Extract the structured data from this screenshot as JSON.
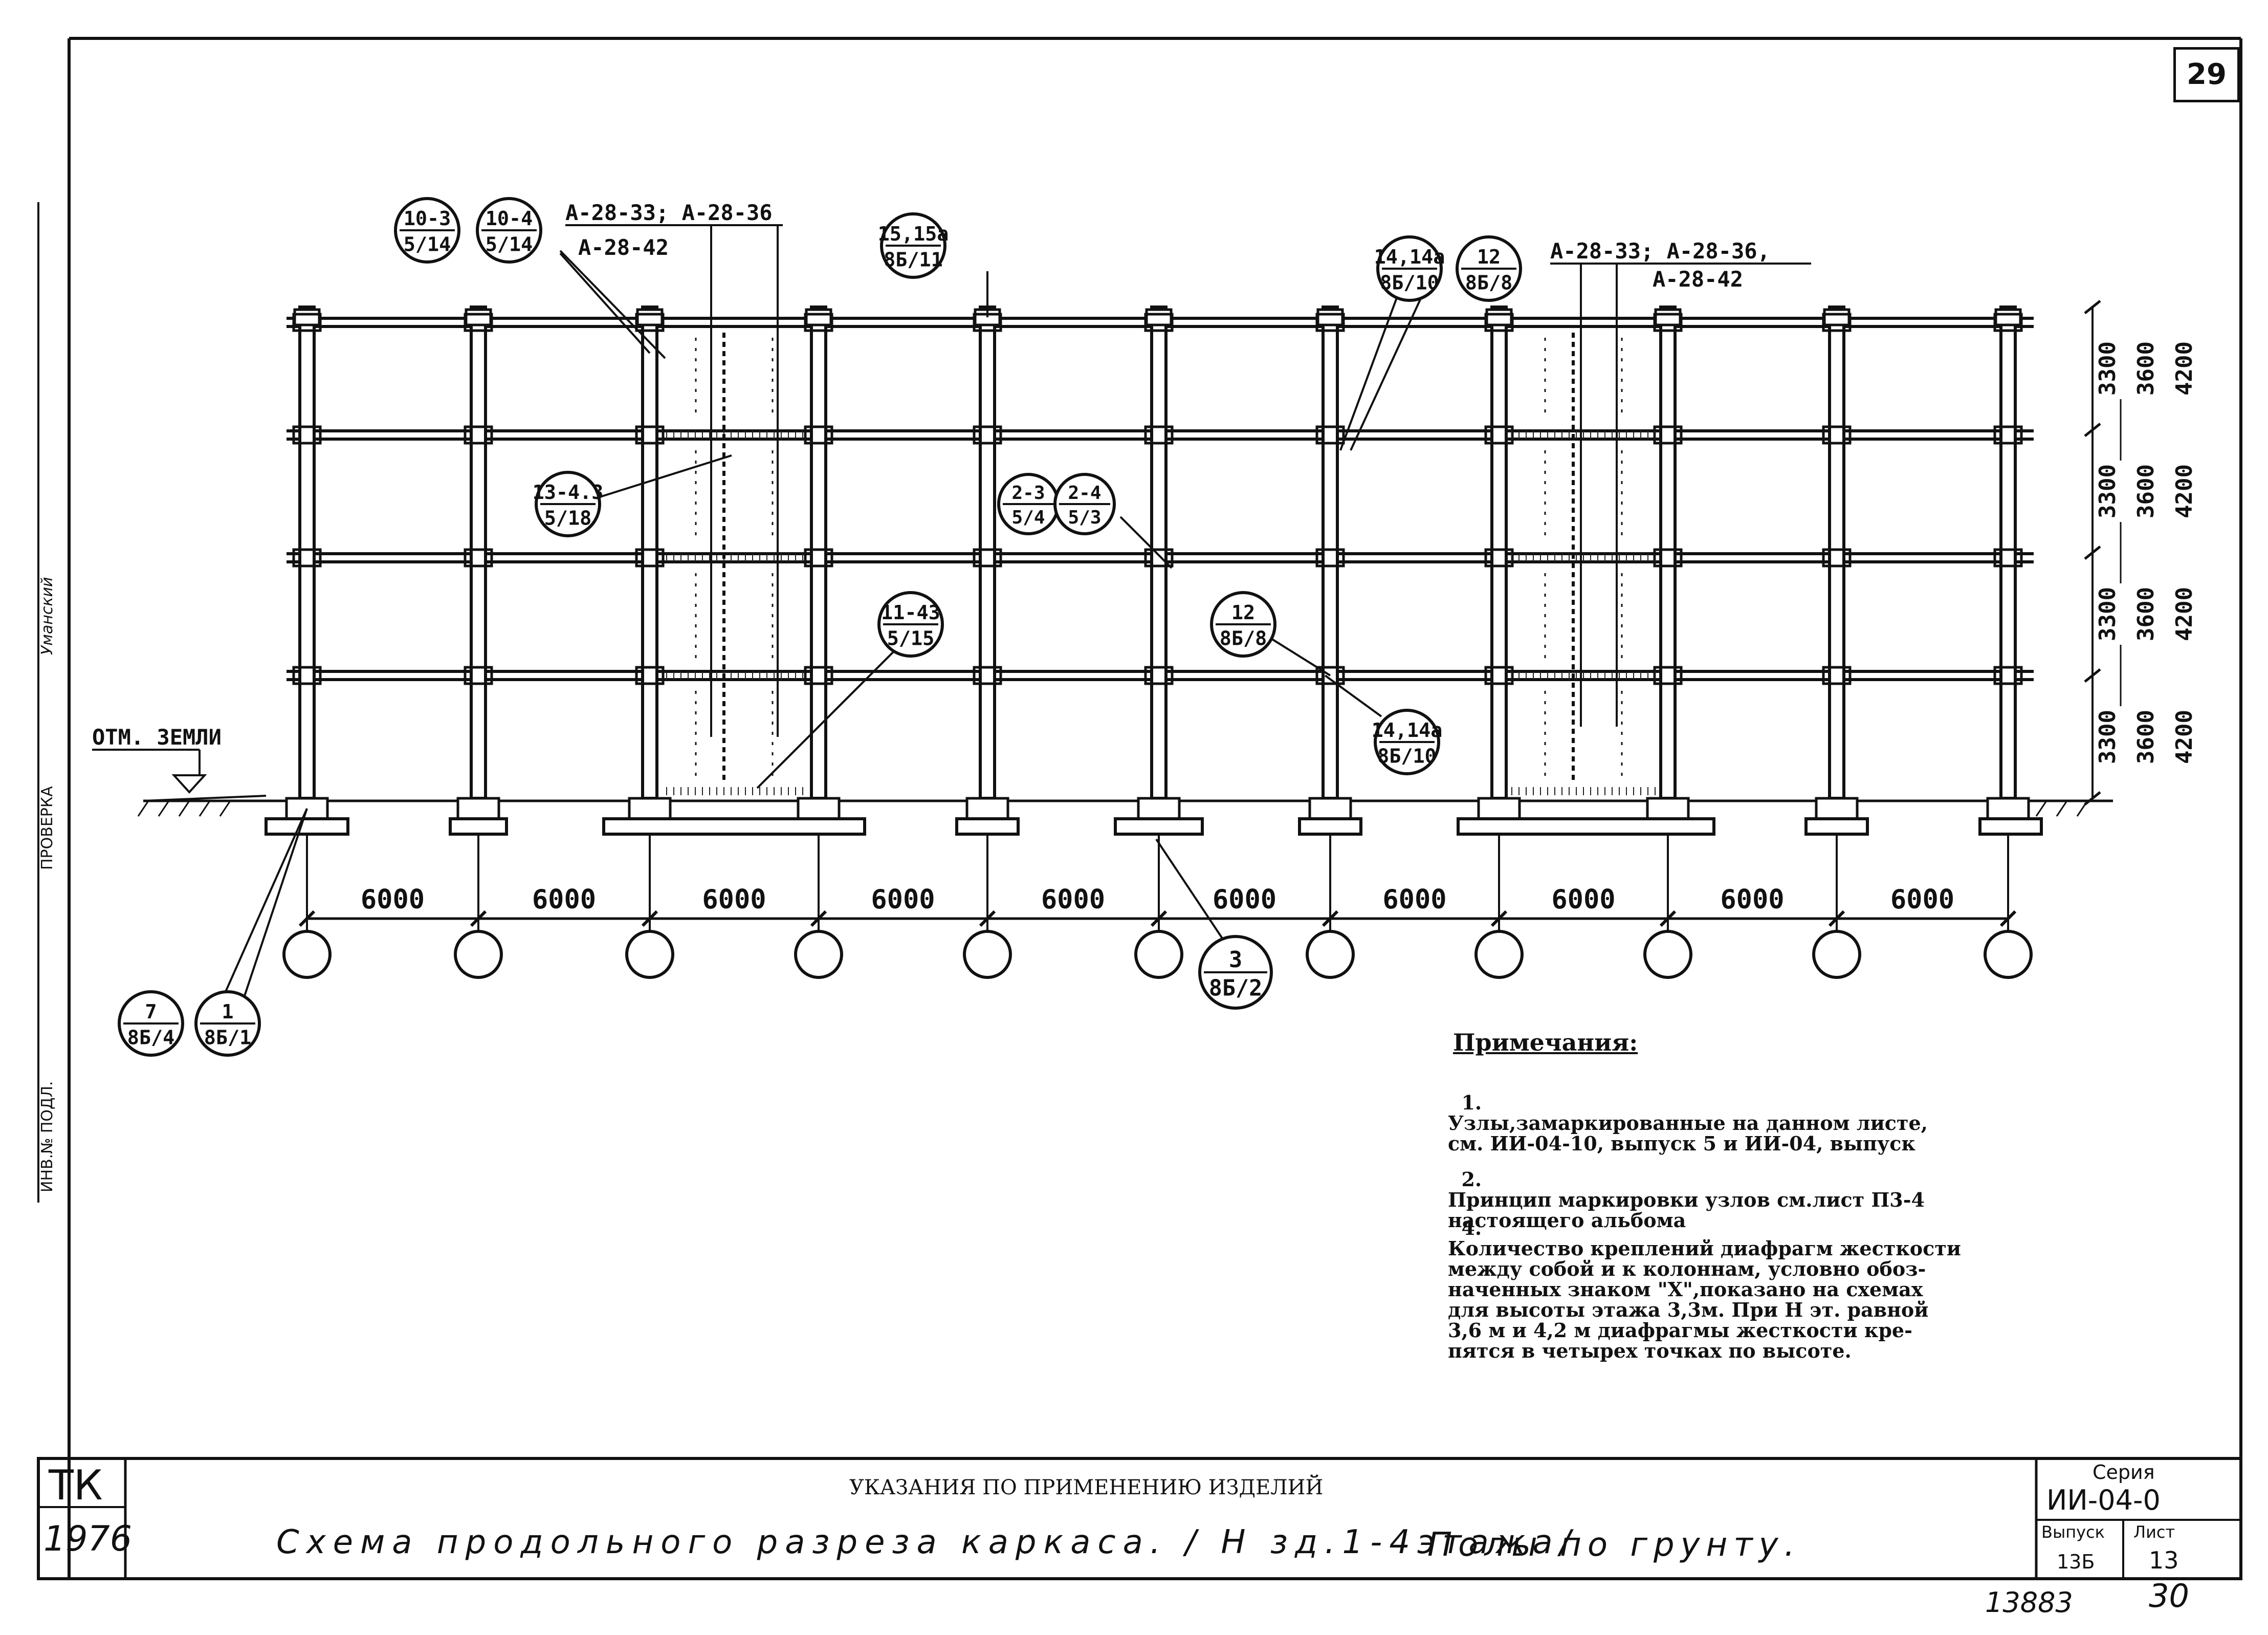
{
  "sheet_number": "29",
  "margin_labels": {
    "verified": "ПРОВЕРКА",
    "signature": "Уманский",
    "inventory": "ИНВ.№ ПОДЛ."
  },
  "ground_mark": "ОТМ. ЗЕМЛИ",
  "spans": [
    "6000",
    "6000",
    "6000",
    "6000",
    "6000",
    "6000",
    "6000",
    "6000",
    "6000",
    "6000"
  ],
  "floor_heights": [
    {
      "a": "3300",
      "b": "3600",
      "c": "4200"
    },
    {
      "a": "3300",
      "b": "3600",
      "c": "4200"
    },
    {
      "a": "3300",
      "b": "3600",
      "c": "4200"
    },
    {
      "a": "3300",
      "b": "3600",
      "c": "4200"
    }
  ],
  "callouts": {
    "c10_3": {
      "top": "10-3",
      "bottom": "5/14"
    },
    "c10_4": {
      "top": "10-4",
      "bottom": "5/14"
    },
    "c15": {
      "top": "15,15а",
      "bottom": "8Б/11"
    },
    "c14a": {
      "top": "14,14а",
      "bottom": "8Б/10"
    },
    "c12a": {
      "top": "12",
      "bottom": "8Б/8"
    },
    "c13": {
      "top": "13-4.3",
      "bottom": "5/18"
    },
    "c2_3": {
      "top": "2-3",
      "bottom": "5/4"
    },
    "c2_4": {
      "top": "2-4",
      "bottom": "5/3"
    },
    "c11": {
      "top": "11-43",
      "bottom": "5/15"
    },
    "c12b": {
      "top": "12",
      "bottom": "8Б/8"
    },
    "c14b": {
      "top": "14,14а",
      "bottom": "8Б/10"
    },
    "c3": {
      "top": "3",
      "bottom": "8Б/2"
    },
    "c7": {
      "top": "7",
      "bottom": "8Б/4"
    },
    "c1": {
      "top": "1",
      "bottom": "8Б/1"
    }
  },
  "leader_labels": {
    "left_1": "А-28-33; А-28-36",
    "left_2": "А-28-42",
    "right_1": "А-28-33; А-28-36,",
    "right_2": "А-28-42"
  },
  "notes": {
    "title": "Примечания:",
    "items": [
      {
        "num": "1.",
        "text": "Узлы,замаркированные на данном листе,\nсм. ИИ-04-10, выпуск 5 и ИИ-04, выпуск"
      },
      {
        "num": "2.",
        "text": "Принцип маркировки узлов см.лист П3-4\nнастоящего альбома"
      },
      {
        "num": "4.",
        "text": "Количество креплений диафрагм жесткости\nмежду собой и к колоннам, условно обоз-\nначенных знаком \"Х\",показано на схемах\nдля высоты этажа 3,3м. При Н эт. равной\n3,6 м и 4,2 м диафрагмы жесткости кре-\nпятся в четырех точках по высоте."
      }
    ]
  },
  "title_block": {
    "code": "ТК",
    "year": "1976",
    "heading": "УКАЗАНИЯ ПО ПРИМЕНЕНИЮ ИЗДЕЛИЙ",
    "title": "Схема продольного разреза каркаса. / Н зд.1-4этажа/",
    "subtitle": "Полы по грунту.",
    "series_label": "Серия",
    "series": "ИИ-04-0",
    "issue_label": "Выпуск",
    "issue": "13Б",
    "sheet_label": "Лист",
    "sheet": "13"
  },
  "footer": {
    "stamp": "13883",
    "page": "30"
  }
}
